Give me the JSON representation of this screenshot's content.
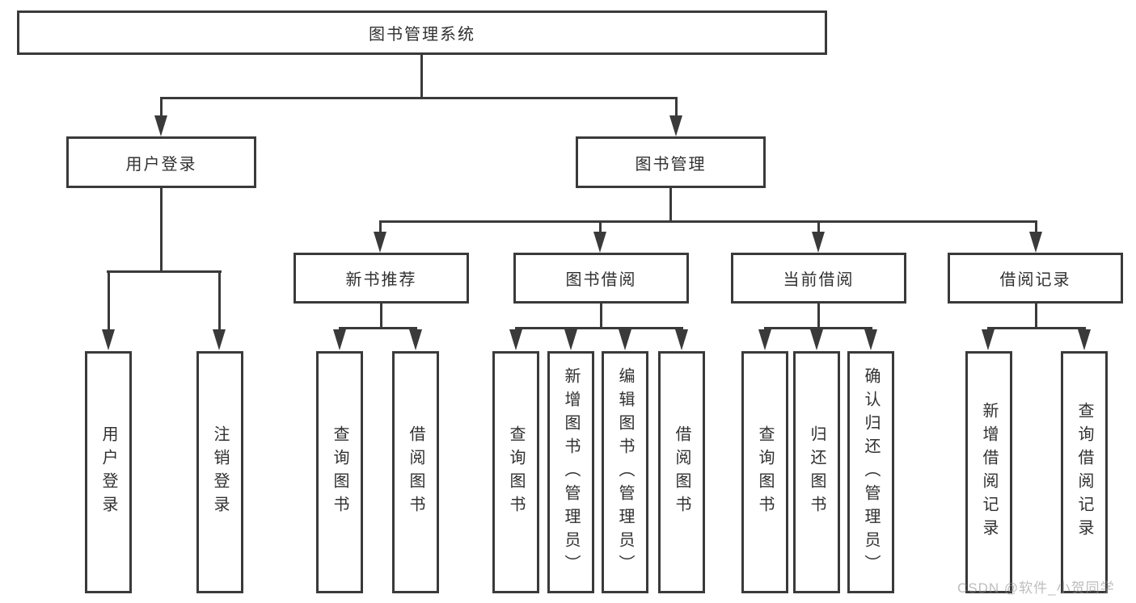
{
  "colors": {
    "line": "#3a3a3a",
    "box_border": "#3a3a3a",
    "box_background": "#ffffff",
    "text": "#303030",
    "watermark_text_color": "#919191"
  },
  "watermark": {
    "text": "CSDN @软件_小贺同学"
  },
  "tree": {
    "label": "图书管理系统",
    "children": [
      {
        "label": "用户登录",
        "children": [
          {
            "label": "用户登录"
          },
          {
            "label": "注销登录"
          }
        ]
      },
      {
        "label": "图书管理",
        "children": [
          {
            "label": "新书推荐",
            "children": [
              {
                "label": "查询图书"
              },
              {
                "label": "借阅图书"
              }
            ]
          },
          {
            "label": "图书借阅",
            "children": [
              {
                "label": "查询图书"
              },
              {
                "label": "新增图书（管理员）"
              },
              {
                "label": "编辑图书（管理员）"
              },
              {
                "label": "借阅图书"
              }
            ]
          },
          {
            "label": "当前借阅",
            "children": [
              {
                "label": "查询图书"
              },
              {
                "label": "归还图书"
              },
              {
                "label": "确认归还（管理员）"
              }
            ]
          },
          {
            "label": "借阅记录",
            "children": [
              {
                "label": "新增借阅记录"
              },
              {
                "label": "查询借阅记录"
              }
            ]
          }
        ]
      }
    ]
  }
}
